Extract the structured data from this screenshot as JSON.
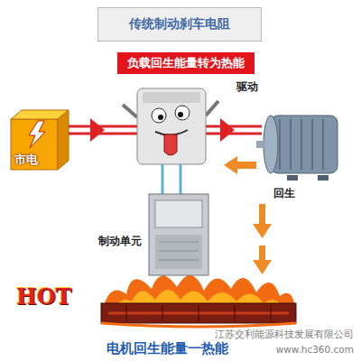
{
  "diagram": {
    "title": "传统制动刹车电阻",
    "caption": "电机回生能量一热能",
    "nodes": [
      {
        "text": [
          "负载回生能量转为热能"
        ]
      },
      {
        "text": [
          "市电"
        ]
      },
      {
        "text": [
          "制动单元"
        ]
      }
    ],
    "labels": [
      "驱动",
      "回生",
      "HOT",
      "江苏交利能源科技发展有限公司",
      "www.hc360.com"
    ]
  }
}
